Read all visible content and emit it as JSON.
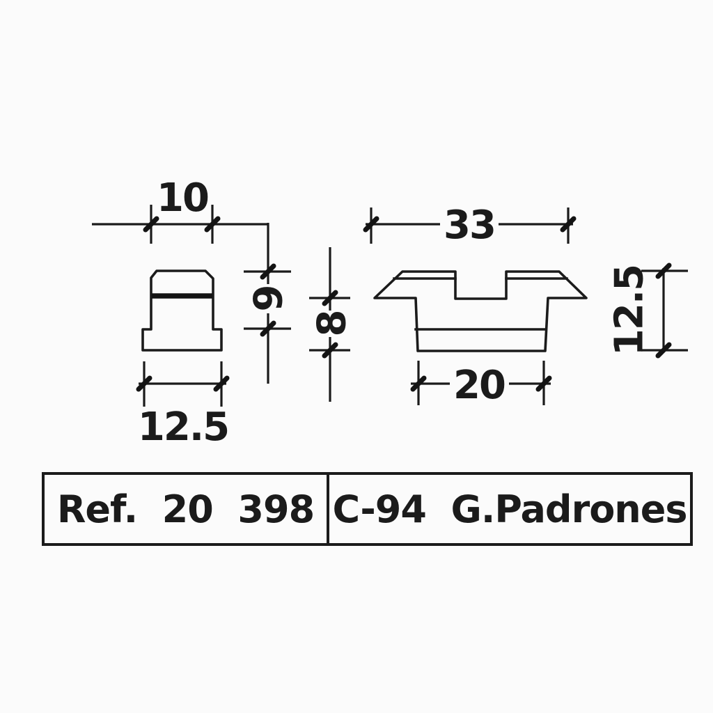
{
  "page": {
    "background_color": "#fbfbfb",
    "ink_color": "#1b1b1b"
  },
  "views": {
    "front_view": {
      "dims": {
        "blade_width": "10",
        "blade_height": "9",
        "base_width": "12.5"
      }
    },
    "profile_view": {
      "dims": {
        "overall_width": "33",
        "body_height": "8",
        "body_width": "20",
        "overall_height": "12.5"
      }
    }
  },
  "title_block": {
    "reference": "Ref.  20  398",
    "model": "C-94  G.Padrones"
  }
}
